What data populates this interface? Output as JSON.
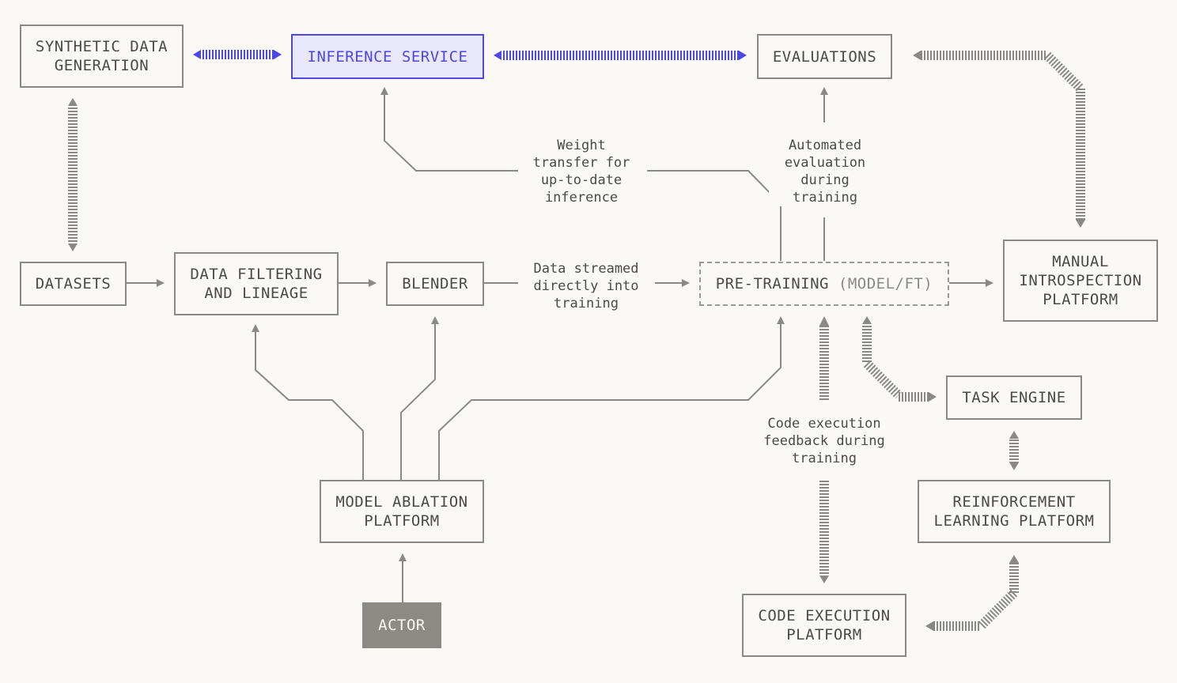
{
  "nodes": {
    "synthetic_data": "SYNTHETIC DATA\nGENERATION",
    "inference_service": "INFERENCE SERVICE",
    "evaluations": "EVALUATIONS",
    "datasets": "DATASETS",
    "data_filtering": "DATA FILTERING\nAND LINEAGE",
    "blender": "BLENDER",
    "pretraining": "PRE-TRAINING",
    "pretraining_suffix": " (MODEL/FT)",
    "manual_introspection": "MANUAL\nINTROSPECTION\nPLATFORM",
    "task_engine": "TASK ENGINE",
    "rl_platform": "REINFORCEMENT\nLEARNING PLATFORM",
    "model_ablation": "MODEL ABLATION\nPLATFORM",
    "actor": "ACTOR",
    "code_execution": "CODE EXECUTION\nPLATFORM"
  },
  "labels": {
    "weight_transfer": "Weight\ntransfer for\nup-to-date\ninference",
    "automated_eval": "Automated\nevaluation\nduring\ntraining",
    "data_streamed": "Data streamed\ndirectly into\ntraining",
    "code_feedback": "Code execution\nfeedback during\ntraining"
  },
  "colors": {
    "background": "#faf9f5",
    "line": "#8a8985",
    "accent": "#4d47e6",
    "accent_fill": "#e9e7fb",
    "actor_fill": "#8c8a85"
  }
}
